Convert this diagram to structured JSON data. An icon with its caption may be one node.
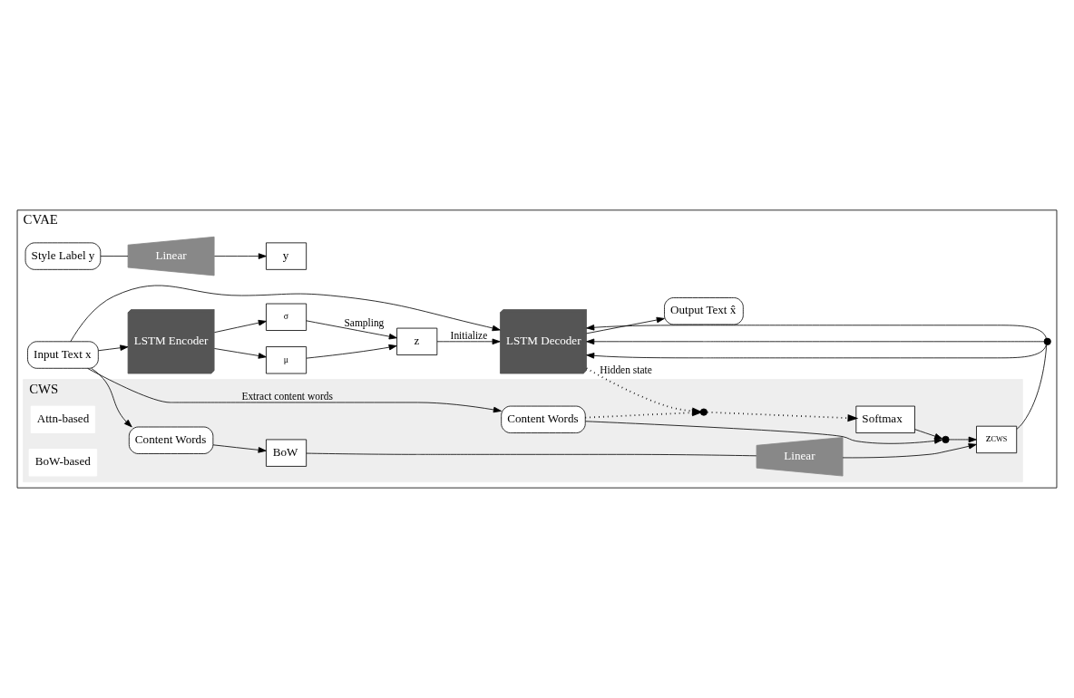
{
  "diagram": {
    "nodes": [
      {
        "text": [
          "CVAE"
        ]
      },
      {
        "text": [
          "Style Label y"
        ],
        "in": 0
      },
      {
        "text": [
          "Linear"
        ],
        "in": 0
      },
      {
        "text": [
          "y"
        ],
        "in": 0
      },
      {
        "text": [
          "z"
        ],
        "in": 0
      },
      {
        "text": [
          "Input Text x"
        ],
        "in": 0
      },
      {
        "text": [
          "LSTM Encoder"
        ],
        "in": 0
      },
      {
        "text": [
          "μ"
        ],
        "in": 0
      },
      {
        "text": [
          "σ"
        ],
        "in": 0
      },
      {
        "text": [
          "LSTM Decoder"
        ],
        "in": 0
      },
      {
        "text": [
          "Output Text x̂"
        ],
        "in": 0
      },
      {
        "text": [
          "CWS"
        ],
        "in": 0
      },
      {
        "text": [
          "Attn-based"
        ],
        "in": 11
      },
      {
        "text": [
          "BoW-based"
        ],
        "in": 11
      },
      {
        "text": [
          "Content Words"
        ],
        "in": 11
      },
      {
        "text": [
          "Content Words"
        ],
        "in": 11
      },
      {
        "text": [],
        "shape": "circle",
        "in": 11
      },
      {
        "text": [
          "Softmax"
        ],
        "in": 11
      },
      {
        "text": [],
        "shape": "circle",
        "in": 11
      },
      {
        "text": [
          "z$^{CWS}$"
        ],
        "in": 11
      },
      {
        "text": [
          "BoW"
        ],
        "in": 11
      },
      {
        "text": [
          "Linear"
        ],
        "in": 11
      },
      {
        "text": [],
        "shape": "circle",
        "in": 0
      }
    ],
    "edges": [
      {
        "from": 1,
        "to": 2,
        "arrow": "none"
      },
      {
        "from": 2,
        "to": 3,
        "arrow": "to"
      },
      {
        "from": 5,
        "to": 6,
        "arrow": "to"
      },
      {
        "from": 5,
        "to": 9,
        "arrow": "to"
      },
      {
        "from": 6,
        "to": 7,
        "arrow": "to"
      },
      {
        "from": 6,
        "to": 8,
        "arrow": "to"
      },
      {
        "from": 7,
        "to": 4,
        "arrow": "to"
      },
      {
        "from": 8,
        "to": 4,
        "arrow": "to",
        "label": "Sampling"
      },
      {
        "from": 4,
        "to": 9,
        "arrow": "to",
        "label": "Initialize"
      },
      {
        "from": 5,
        "to": 14,
        "arrow": "to",
        "label": "Extract content words"
      },
      {
        "from": 5,
        "to": 15,
        "arrow": "to"
      },
      {
        "from": 14,
        "to": 18,
        "arrow": "to"
      },
      {
        "from": 14,
        "to": 16,
        "arrow": "to",
        "style": "dashed"
      },
      {
        "from": 16,
        "to": 17,
        "arrow": "to",
        "style": "dashed"
      },
      {
        "from": 17,
        "to": 18,
        "arrow": "to"
      },
      {
        "from": 18,
        "to": 19,
        "arrow": "to"
      },
      {
        "from": 15,
        "to": 20,
        "arrow": "to"
      },
      {
        "from": 20,
        "to": 21,
        "arrow": "none"
      },
      {
        "from": 21,
        "to": 19,
        "arrow": "to"
      },
      {
        "from": 19,
        "to": 22,
        "arrow": "none"
      },
      {
        "from": 22,
        "to": 9,
        "arrow": "to"
      },
      {
        "from": 22,
        "to": 9,
        "arrow": "to"
      },
      {
        "from": 22,
        "to": 9,
        "arrow": "to"
      },
      {
        "from": 9,
        "to": 16,
        "arrow": "to",
        "style": "dashed",
        "label": "Hidden state"
      },
      {
        "from": 9,
        "to": 10,
        "arrow": "to"
      }
    ]
  }
}
